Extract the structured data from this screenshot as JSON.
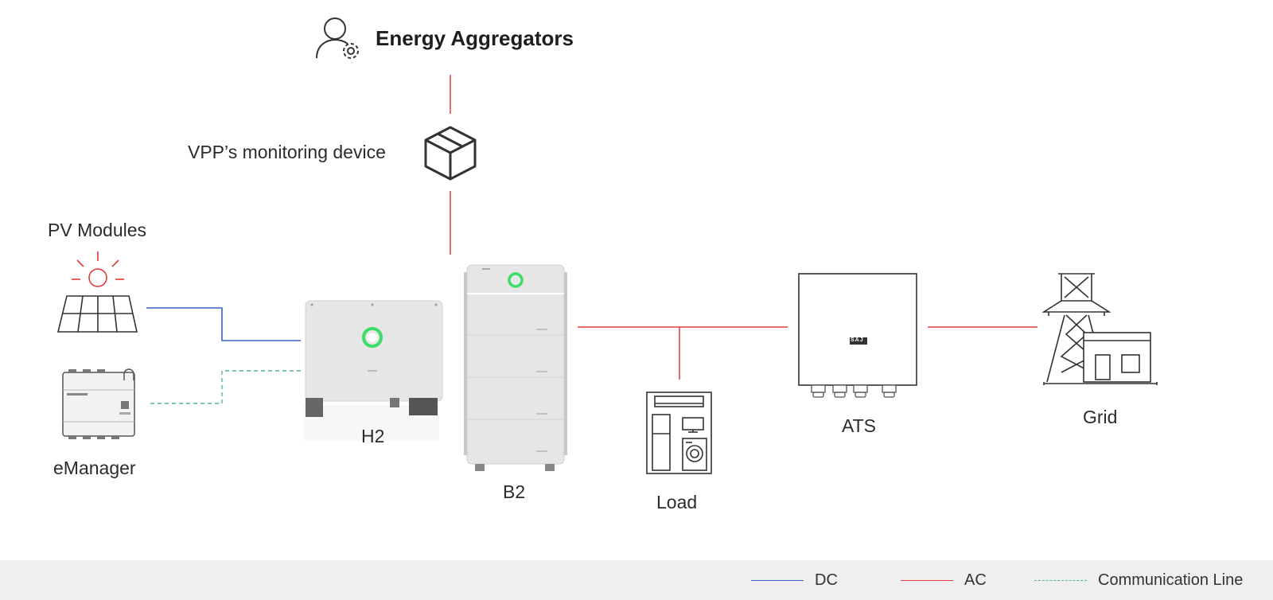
{
  "colors": {
    "dc": "#3a64c8",
    "ac": "#e23b3b",
    "communication": "#4fb89a",
    "device_gray": "#e6e6e6",
    "led_green": "#3ddc68",
    "legend_bg": "#efefef"
  },
  "labels": {
    "energy_aggregators": "Energy Aggregators",
    "vpp_monitoring_device": "VPP’s monitoring device",
    "pv_modules": "PV Modules",
    "emanager": "eManager",
    "h2": "H2",
    "b2": "B2",
    "load": "Load",
    "ats": "ATS",
    "grid": "Grid",
    "ats_brand": "SAJ"
  },
  "icons": {
    "energy_aggregators": "user-gear-icon",
    "vpp_device": "box-icon",
    "pv": "solar-panel-icon",
    "emanager": "meter-device-icon",
    "load": "appliances-icon",
    "grid": "power-tower-icon"
  },
  "legend": [
    {
      "key": "dc",
      "label": "DC"
    },
    {
      "key": "ac",
      "label": "AC"
    },
    {
      "key": "communication",
      "label": "Communication Line"
    }
  ]
}
